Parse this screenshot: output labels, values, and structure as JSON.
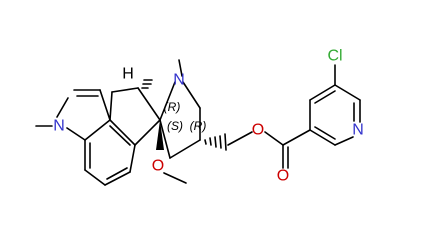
{
  "atoms": {
    "n_indole": "N",
    "n_methyl_ring": "N",
    "n_pyridine": "N",
    "o_ether": "O",
    "o_ester": "O",
    "o_carbonyl": "O",
    "chlorine": "Cl",
    "hydrogen": "H"
  },
  "stereo": {
    "c5": "(R)",
    "c10": "(S)",
    "c8": "(R)"
  },
  "colors": {
    "bond": "#000000",
    "nitrogen": "#3333cc",
    "oxygen": "#cc0000",
    "chlorine": "#33aa33",
    "carbon_text": "#000000"
  }
}
